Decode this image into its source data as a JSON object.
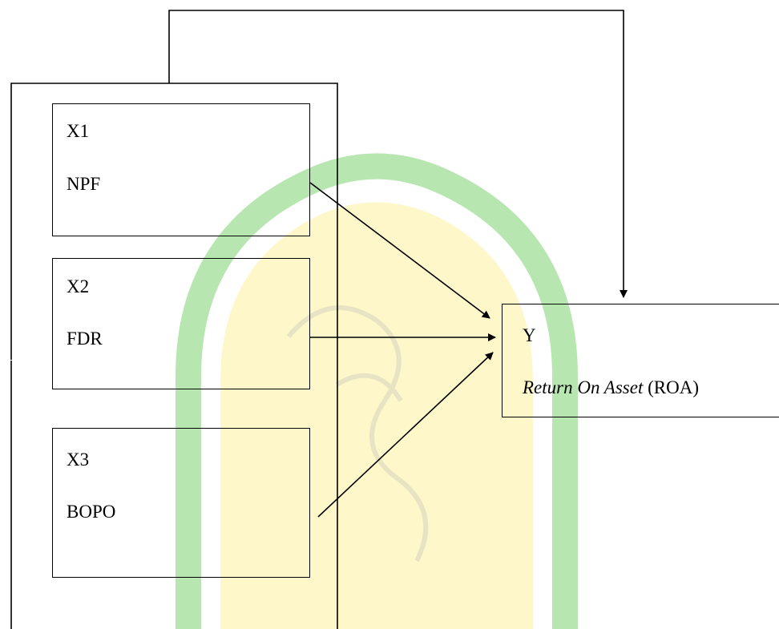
{
  "diagram": {
    "independent_variables": [
      {
        "code": "X1",
        "name": "NPF"
      },
      {
        "code": "X2",
        "name": "FDR"
      },
      {
        "code": "X3",
        "name": "BOPO"
      }
    ],
    "dependent_variable": {
      "code": "Y",
      "name_italic": "Return On Asset",
      "name_suffix": " (ROA)"
    },
    "colors": {
      "line": "#000000",
      "watermark_green": "#b7e6b0",
      "watermark_yellow": "#fdf7c9"
    },
    "arrows": [
      {
        "from": "X1",
        "to": "Y"
      },
      {
        "from": "X2",
        "to": "Y"
      },
      {
        "from": "X3",
        "to": "Y"
      },
      {
        "from": "X1,X2,X3",
        "to": "Y",
        "kind": "simultaneous"
      }
    ]
  }
}
